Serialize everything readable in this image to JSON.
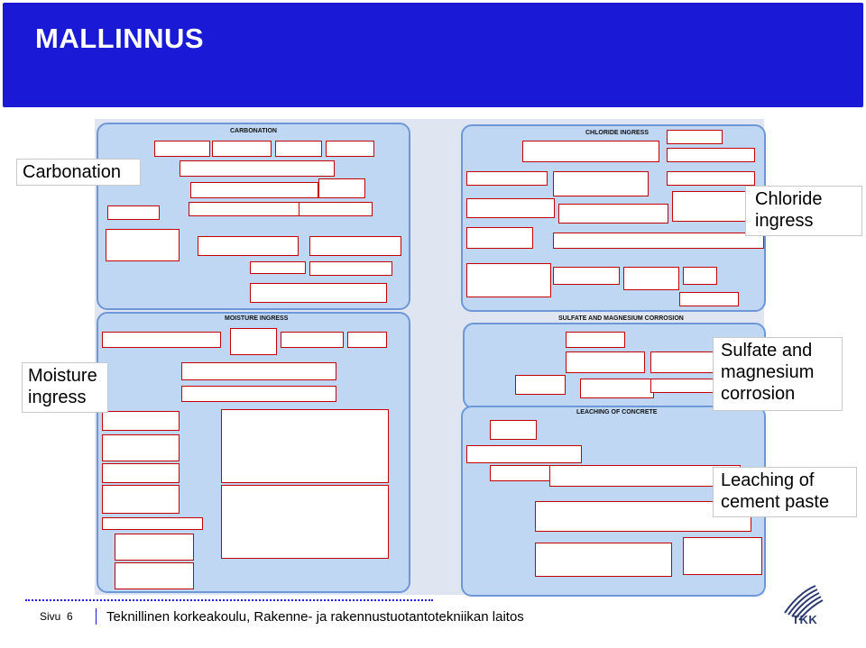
{
  "slide": {
    "title": "MALLINNUS"
  },
  "diagram": {
    "panel_titles": {
      "carbonation": "CARBONATION",
      "chloride": "CHLORIDE INGRESS",
      "moisture": "MOISTURE INGRESS",
      "sulfate": "SULFATE AND MAGNESIUM CORROSION",
      "leaching": "LEACHING OF CONCRETE"
    }
  },
  "callouts": {
    "carbonation": "Carbonation",
    "chloride": "Chloride ingress",
    "moisture": "Moisture ingress",
    "sulfate": "Sulfate and magnesium corrosion",
    "leaching": "Leaching of cement paste"
  },
  "footer": {
    "page_label": "Sivu",
    "page_number": "6",
    "text": "Teknillinen korkeakoulu, Rakenne- ja rakennustuotantotekniikan laitos",
    "logo_text": "TKK"
  },
  "colors": {
    "header": "#1a1ad6",
    "panel": "#bfd7f3",
    "panel_border": "#6e97d8",
    "equation_box_border": "#c00000"
  }
}
